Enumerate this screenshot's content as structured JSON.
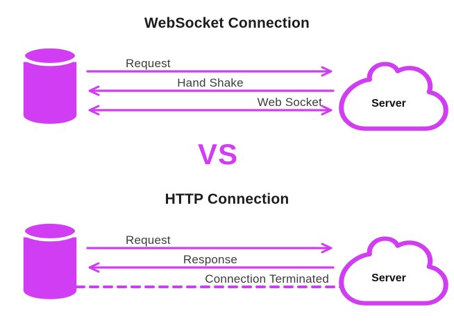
{
  "colors": {
    "accent": "#d03df2",
    "title_text": "#1c1c1c",
    "label_text": "#3c3c3c",
    "cloud_fill": "#ffffff"
  },
  "vs_label": "VS",
  "diagram": {
    "sections": [
      {
        "title": "WebSocket Connection",
        "client_icon": "database-icon",
        "server_icon": "cloud-icon",
        "server_label": "Server",
        "arrows": [
          {
            "label": "Request",
            "direction": "right",
            "style": "solid"
          },
          {
            "label": "Hand Shake",
            "direction": "left",
            "style": "solid"
          },
          {
            "label": "Web Socket",
            "direction": "both",
            "style": "solid"
          }
        ]
      },
      {
        "title": "HTTP Connection",
        "client_icon": "database-icon",
        "server_icon": "cloud-icon",
        "server_label": "Server",
        "arrows": [
          {
            "label": "Request",
            "direction": "right",
            "style": "solid"
          },
          {
            "label": "Response",
            "direction": "left",
            "style": "solid"
          },
          {
            "label": "Connection Terminated",
            "direction": "none",
            "style": "dashed"
          }
        ]
      }
    ]
  }
}
